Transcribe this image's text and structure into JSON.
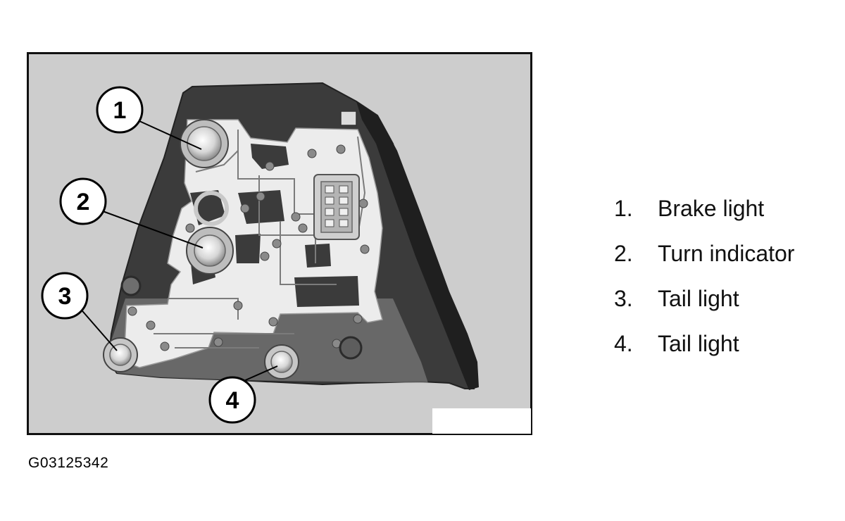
{
  "colors": {
    "background": "#cdcdcd",
    "housing": "#3a3a3a",
    "circuit_board": "#ececec",
    "border": "#111111"
  },
  "callouts": [
    "1",
    "2",
    "3",
    "4"
  ],
  "legend": [
    {
      "number": "1.",
      "label": "Brake light"
    },
    {
      "number": "2.",
      "label": "Turn indicator"
    },
    {
      "number": "3.",
      "label": "Tail light"
    },
    {
      "number": "4.",
      "label": "Tail light"
    }
  ],
  "figure_id": "G03125342"
}
